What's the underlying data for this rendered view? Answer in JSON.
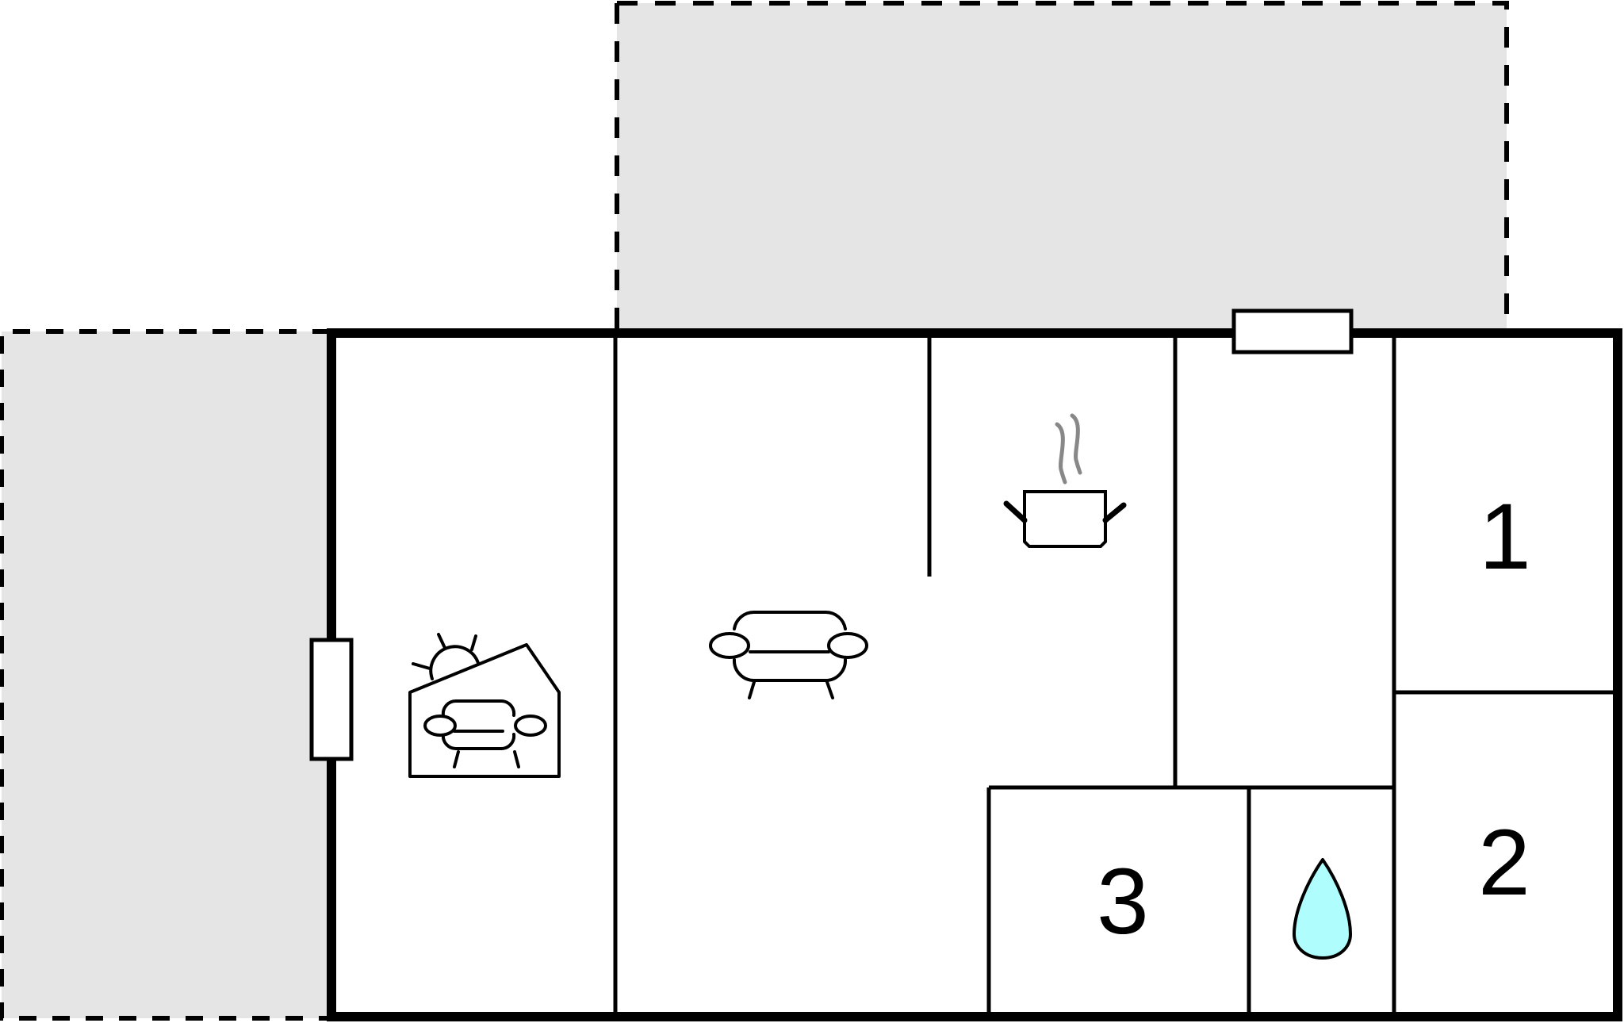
{
  "diagram": {
    "type": "floor-plan",
    "colors": {
      "wall": "#000000",
      "terrace": "#e5e5e5",
      "water": "#b0fdfd",
      "steam": "#888888",
      "background": "#ffffff"
    },
    "outdoor_areas": [
      {
        "name": "terrace-top",
        "style": "dashed"
      },
      {
        "name": "terrace-left",
        "style": "dashed"
      }
    ],
    "rooms": [
      {
        "id": "conservatory",
        "icon": "conservatory-sofa-icon"
      },
      {
        "id": "living-room",
        "icon": "sofa-icon"
      },
      {
        "id": "kitchen",
        "icon": "cooking-pot-icon"
      },
      {
        "id": "hallway"
      },
      {
        "id": "bedroom-1",
        "label": "1"
      },
      {
        "id": "bedroom-2",
        "label": "2"
      },
      {
        "id": "bedroom-3",
        "label": "3"
      },
      {
        "id": "bathroom",
        "icon": "water-drop-icon"
      }
    ],
    "labels": {
      "bedroom_1": "1",
      "bedroom_2": "2",
      "bedroom_3": "3"
    },
    "doors": [
      {
        "name": "door-top",
        "position": "top wall"
      },
      {
        "name": "door-left",
        "position": "left wall"
      }
    ]
  }
}
